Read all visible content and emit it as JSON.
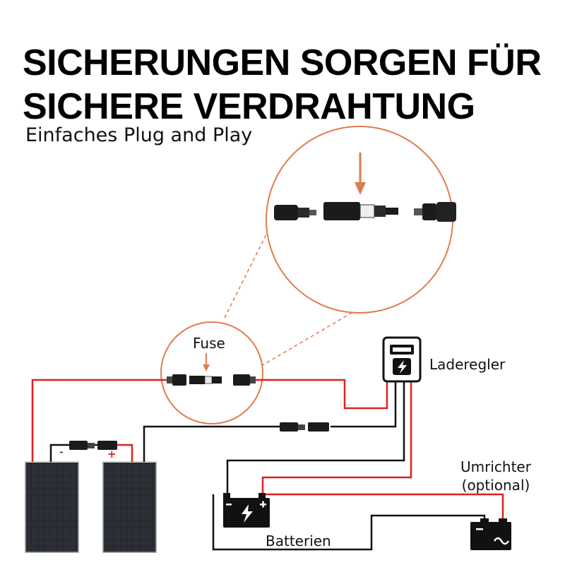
{
  "title": "SICHERUNGEN SORGEN FÜR SICHERE VERDRAHTUNG",
  "title_line1": "SICHERUNGEN SORGEN FÜR",
  "title_line2": "SICHERE VERDRAHTUNG",
  "subtitle": "Einfaches Plug and Play",
  "labels": {
    "fuse": "Fuse",
    "charge_controller": "Laderegler",
    "inverter_line1": "Umrichter",
    "inverter_line2": "(optional)",
    "batteries": "Batterien"
  },
  "polarity": {
    "negative": "-",
    "positive": "+"
  },
  "icons": [
    "solar-panel-icon",
    "battery-icon",
    "inverter-icon",
    "charge-controller-icon",
    "mc4-connector-icon",
    "fuse-icon",
    "arrow-down-icon"
  ],
  "colors": {
    "accent": "#e07a4f",
    "wire_positive": "#e02020",
    "wire_negative": "#111111",
    "panel": "#1e2126"
  }
}
